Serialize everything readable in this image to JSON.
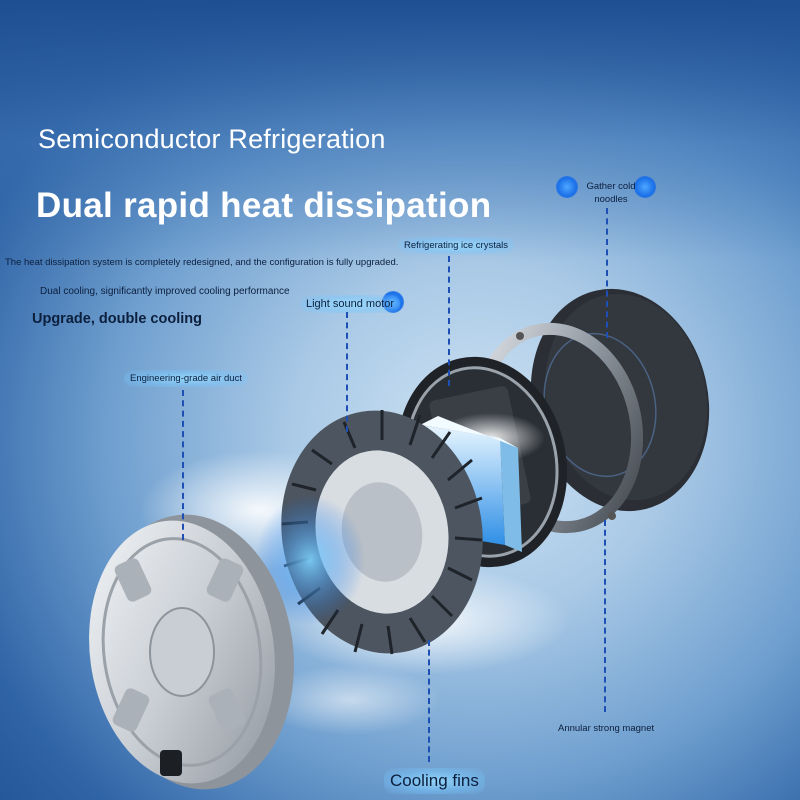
{
  "heading": "Semiconductor Refrigeration",
  "title": "Dual rapid heat dissipation",
  "desc_line1": "The heat dissipation system is completely redesigned, and the configuration is fully upgraded.",
  "desc_line2": "Dual cooling, significantly improved cooling performance",
  "desc_line3": "Upgrade, double cooling",
  "callouts": {
    "refrigerating_ice_crystals": "Refrigerating ice crystals",
    "gather_cold_noodles": "Gather cold noodles",
    "light_sound_motor": "Light sound motor",
    "engineering_air_duct": "Engineering-grade air duct",
    "annular_strong_magnet": "Annular strong magnet",
    "cooling_fins": "Cooling fins"
  },
  "colors": {
    "background_top": "#1d4d92",
    "background_center": "#cfe3f3",
    "accent_blue": "#1a6fe8",
    "leader_line": "#1d4fb5"
  }
}
